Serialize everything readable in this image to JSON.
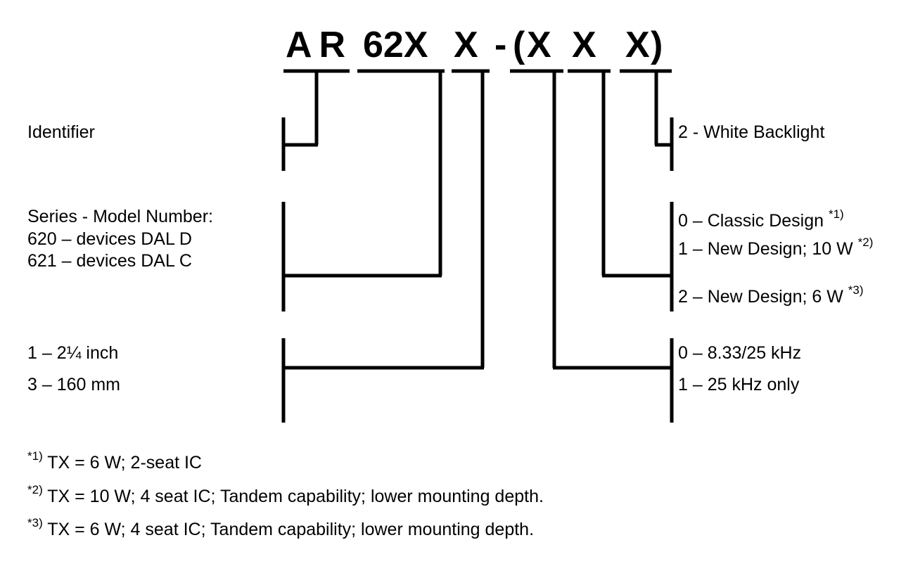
{
  "code": {
    "identifier": "AR",
    "series": "62X",
    "size": "X",
    "dash": "-",
    "open_paren": "(",
    "spacing": "X",
    "design": "X",
    "backlight": "X",
    "close_paren": ")"
  },
  "left": {
    "identifier": "Identifier",
    "series_title": "Series - Model Number:",
    "series_620": "620 – devices DAL D",
    "series_621": "621 – devices DAL C",
    "size_1": "1 – 2¼ inch",
    "size_3": "3 – 160 mm"
  },
  "right": {
    "backlight_2": "2 - White Backlight",
    "design_0": "0 – Classic Design",
    "design_0_ref": "*1)",
    "design_1": "1 – New Design; 10 W",
    "design_1_ref": "*2)",
    "design_2": "2 – New Design; 6 W",
    "design_2_ref": "*3)",
    "spacing_0": "0 – 8.33/25 kHz",
    "spacing_1": "1 – 25 kHz only"
  },
  "footnotes": [
    {
      "mark": "*1)",
      "text": "TX = 6 W; 2-seat IC"
    },
    {
      "mark": "*2)",
      "text": "TX = 10 W; 4 seat IC; Tandem capability; lower mounting depth."
    },
    {
      "mark": "*3)",
      "text": "TX = 6 W; 4 seat IC; Tandem capability; lower mounting depth."
    }
  ]
}
